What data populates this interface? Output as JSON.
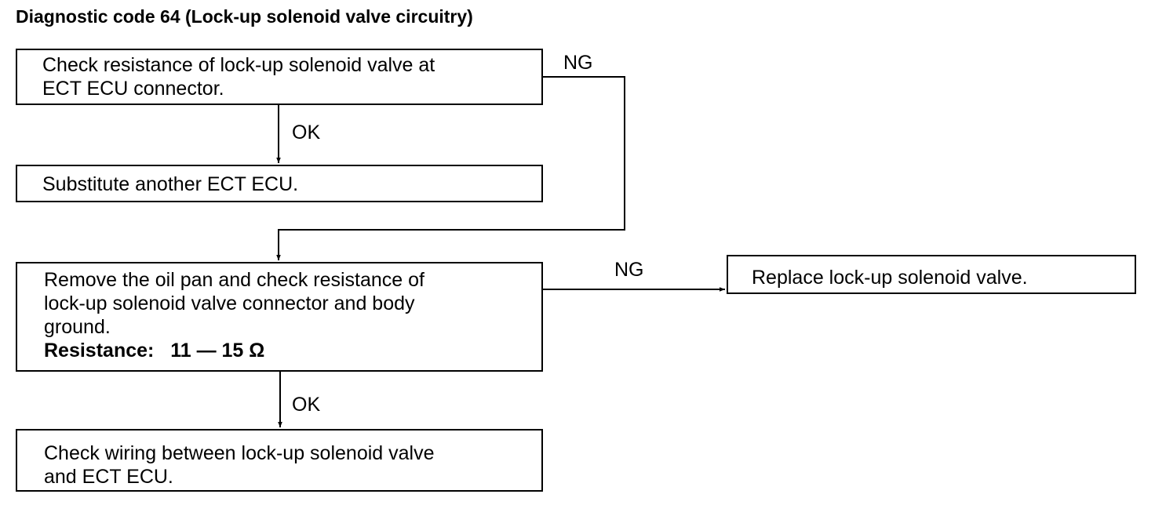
{
  "title": "Diagnostic code 64 (Lock-up solenoid valve circuitry)",
  "steps": {
    "check_ecu_connector": {
      "lines": [
        "Check resistance of lock-up solenoid valve at",
        "ECT ECU connector."
      ]
    },
    "substitute_ecu": {
      "lines": [
        "Substitute another ECT ECU."
      ]
    },
    "check_body_ground": {
      "lines": [
        "Remove the oil pan and check resistance of",
        "lock-up solenoid valve connector and body",
        "ground."
      ],
      "spec_label": "Resistance:",
      "spec_value": "11 — 15 Ω"
    },
    "replace_valve": {
      "lines": [
        "Replace lock-up solenoid valve."
      ]
    },
    "check_wiring": {
      "lines": [
        "Check wiring between lock-up solenoid valve",
        "and ECT ECU."
      ]
    }
  },
  "branches": {
    "ng_1": "NG",
    "ok_1": "OK",
    "ng_2": "NG",
    "ok_2": "OK"
  },
  "colors": {
    "ink": "#000000",
    "background": "#ffffff"
  }
}
